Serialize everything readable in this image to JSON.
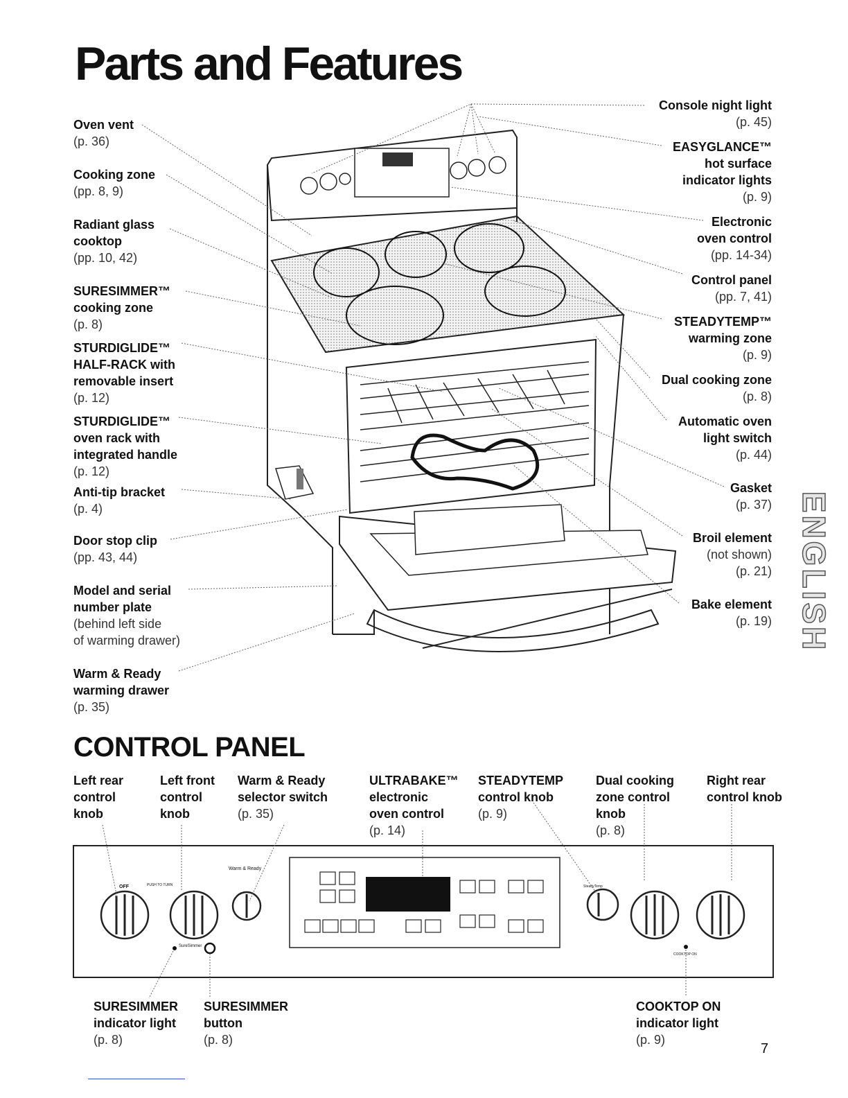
{
  "page": {
    "title": "Parts and Features",
    "section_title": "CONTROL PANEL",
    "side_tab": "ENGLISH",
    "page_number": "7"
  },
  "left_callouts": [
    {
      "name": "Oven vent",
      "ref": "(p. 36)"
    },
    {
      "name": "Cooking zone",
      "ref": "(pp. 8, 9)"
    },
    {
      "name": "Radiant glass",
      "name2": "cooktop",
      "ref": "(pp. 10, 42)"
    },
    {
      "name": "SURESIMMER™",
      "name2": "cooking zone",
      "ref": "(p. 8)"
    },
    {
      "name": "STURDIGLIDE™",
      "name2": "HALF-RACK with",
      "name3": "removable insert",
      "ref": "(p. 12)"
    },
    {
      "name": "STURDIGLIDE™",
      "name2": "oven rack with",
      "name3": "integrated handle",
      "ref": "(p. 12)"
    },
    {
      "name": "Anti-tip bracket",
      "ref": "(p. 4)"
    },
    {
      "name": "Door stop clip",
      "ref": "(pp. 43, 44)"
    },
    {
      "name": "Model and serial",
      "name2": "number plate",
      "ref": "(behind left side",
      "ref2": "of warming drawer)"
    },
    {
      "name": "Warm & Ready",
      "name2": "warming drawer",
      "ref": "(p. 35)"
    }
  ],
  "right_callouts": [
    {
      "name": "Console night light",
      "ref": "(p. 45)"
    },
    {
      "name": "EASYGLANCE™",
      "name2": "hot surface",
      "name3": "indicator lights",
      "ref": "(p. 9)"
    },
    {
      "name": "Electronic",
      "name2": "oven control",
      "ref": "(pp. 14-34)"
    },
    {
      "name": "Control panel",
      "ref": "(pp. 7, 41)"
    },
    {
      "name": "STEADYTEMP™",
      "name2": "warming zone",
      "ref": "(p. 9)"
    },
    {
      "name": "Dual cooking zone",
      "ref": "(p. 8)"
    },
    {
      "name": "Automatic oven",
      "name2": "light switch",
      "ref": "(p. 44)"
    },
    {
      "name": "Gasket",
      "ref": "(p. 37)"
    },
    {
      "name": "Broil element",
      "ref": "(not shown)",
      "ref2": "(p. 21)"
    },
    {
      "name": "Bake element",
      "ref": "(p. 19)"
    }
  ],
  "control_panel_top": [
    {
      "l1": "Left rear",
      "l2": "control",
      "l3": "knob"
    },
    {
      "l1": "Left front",
      "l2": "control",
      "l3": "knob"
    },
    {
      "l1": "Warm & Ready",
      "l2": "selector switch",
      "ref": "(p. 35)"
    },
    {
      "l1": "ULTRABAKE™",
      "l2": "electronic",
      "l3": "oven control",
      "ref": "(p. 14)"
    },
    {
      "l1": "STEADYTEMP",
      "l2": "control knob",
      "ref": "(p. 9)"
    },
    {
      "l1": "Dual cooking",
      "l2": "zone control",
      "l3": "knob",
      "ref": "(p. 8)"
    },
    {
      "l1": "Right rear",
      "l2": "control knob"
    }
  ],
  "control_panel_bottom": [
    {
      "l1": "SURESIMMER",
      "l2": "indicator light",
      "ref": "(p. 8)"
    },
    {
      "l1": "SURESIMMER",
      "l2": "button",
      "ref": "(p. 8)"
    },
    {
      "l1": "COOKTOP ON",
      "l2": "indicator light",
      "ref": "(p. 9)"
    }
  ],
  "panel_text": {
    "knob_off": "OFF",
    "push_to_turn": "PUSH TO TURN",
    "warm_ready": "Warm & Ready",
    "suresimmer": "SureSimmer",
    "steadytemp": "SteadyTemp",
    "cooktop_on": "COOKTOP ON"
  }
}
